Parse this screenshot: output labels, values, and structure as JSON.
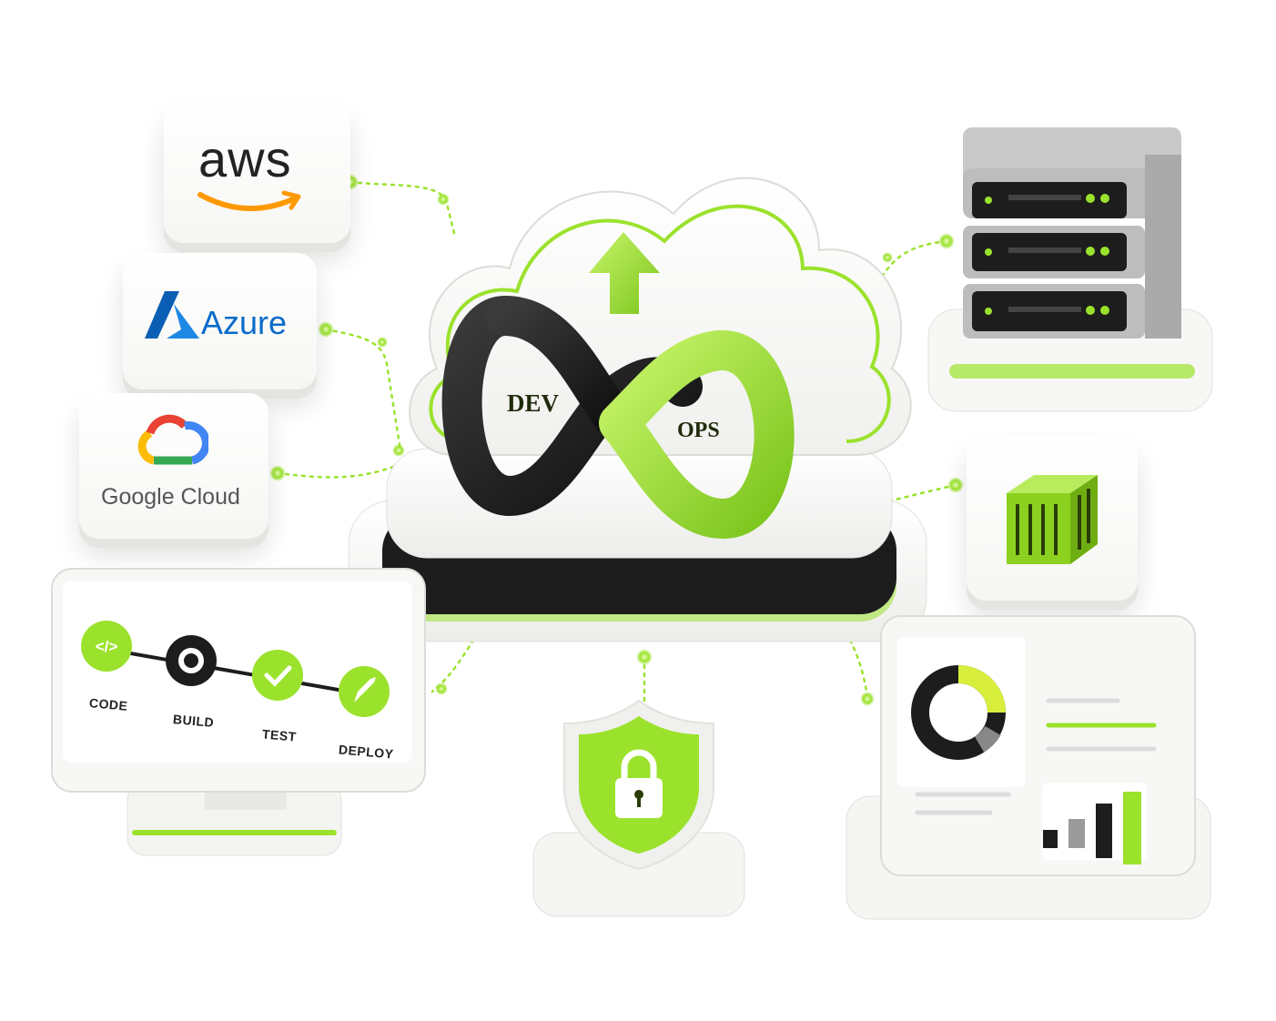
{
  "providers": {
    "aws": "aws",
    "azure": "Azure",
    "google": "Google Cloud"
  },
  "devops": {
    "dev": "DEV",
    "ops": "OPS"
  },
  "pipeline": {
    "stages": [
      "CODE",
      "BUILD",
      "TEST",
      "DEPLOY"
    ]
  },
  "icons": {
    "central": [
      "cloud-icon",
      "upload-arrow-icon",
      "infinity-loop-icon"
    ],
    "right": [
      "server-rack-icon",
      "container-icon",
      "dashboard-icon"
    ],
    "bottom": [
      "shield-lock-icon"
    ]
  },
  "colors": {
    "accent": "#9be22d",
    "dark": "#1e1e1e",
    "aws_orange": "#ff9900",
    "azure_blue": "#0078d4"
  }
}
